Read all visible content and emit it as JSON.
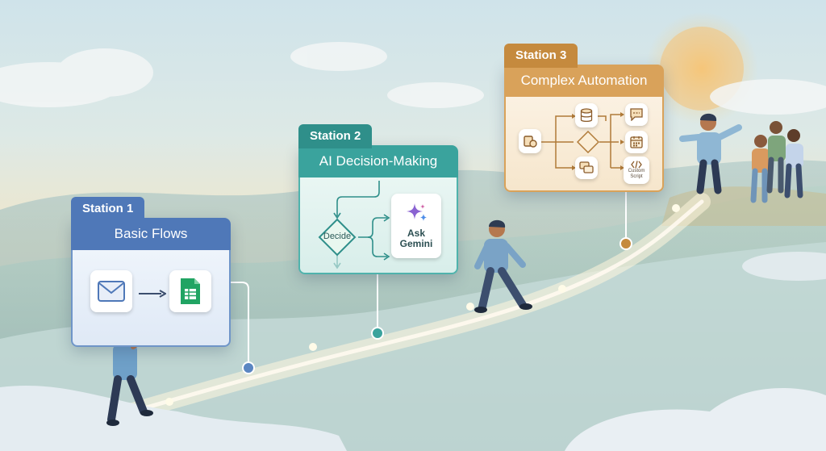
{
  "stations": [
    {
      "tab": "Station 1",
      "title": "Basic Flows",
      "icons": [
        "mail-icon",
        "arrow-right-icon",
        "sheets-icon"
      ]
    },
    {
      "tab": "Station 2",
      "title": "AI Decision-Making",
      "decision_label": "Decide",
      "ai_line1": "Ask",
      "ai_line2": "Gemini",
      "icons": [
        "decision-diamond-icon",
        "sparkle-icon"
      ]
    },
    {
      "tab": "Station 3",
      "title": "Complex Automation",
      "script_label1": "Custom",
      "script_label2": "Script",
      "icons": [
        "database-icon",
        "chat-icon",
        "calendar-icon",
        "code-icon",
        "message-icon",
        "trigger-icon"
      ]
    }
  ],
  "colors": {
    "station1": "#4f78b8",
    "station2": "#3aa39d",
    "station3": "#d9a25a",
    "path_glow": "#fff7df"
  }
}
